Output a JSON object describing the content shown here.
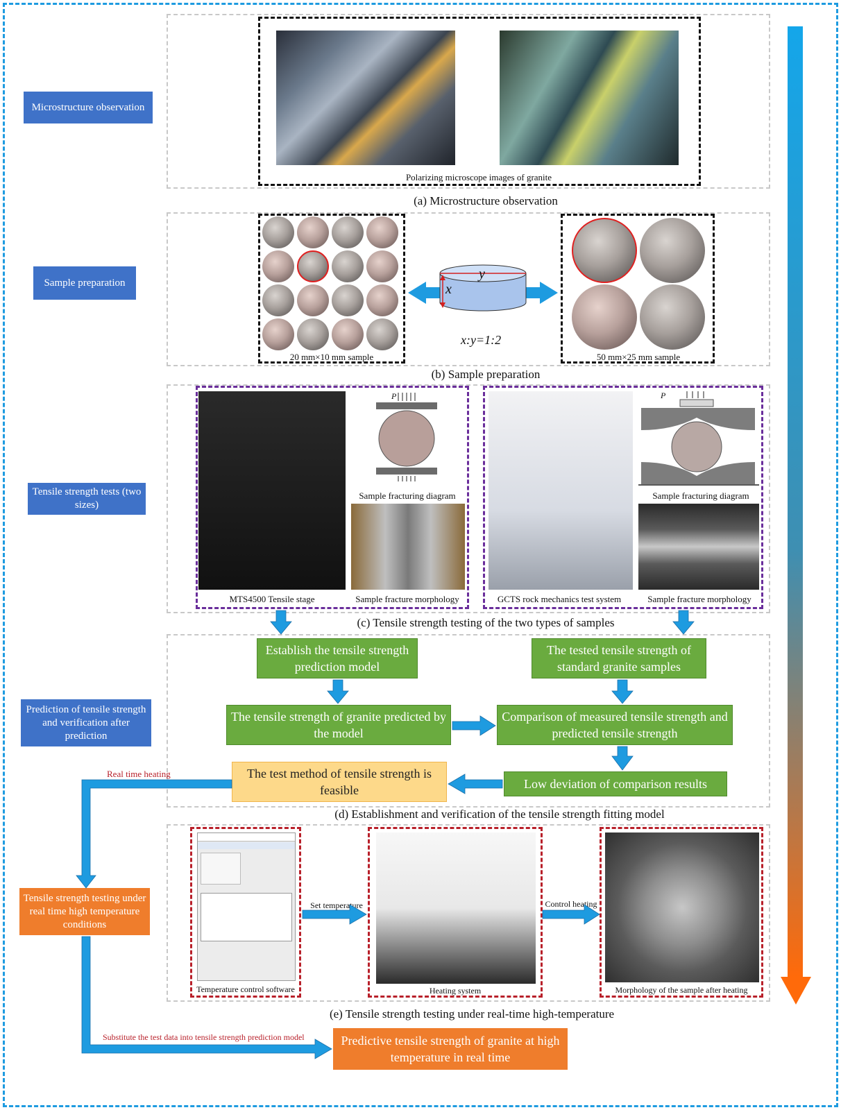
{
  "left_labels": {
    "micro": "Microstructure observation",
    "sample": "Sample preparation",
    "tensile": "Tensile strength tests (two sizes)",
    "prediction": "Prediction of tensile strength and verification after prediction",
    "hightemp": "Tensile strength testing under real time high temperature conditions",
    "final": "Predictive tensile strength of granite at high temperature in real time"
  },
  "panel_a": {
    "image_caption": "Polarizing microscope images of granite",
    "caption": "(a) Microstructure observation"
  },
  "panel_b": {
    "small_caption": "20 mm×10 mm sample",
    "large_caption": "50 mm×25 mm sample",
    "dim_x": "x",
    "dim_y": "y",
    "ratio": "x:y=1:2",
    "caption": "(b) Sample preparation"
  },
  "panel_c": {
    "mts_caption": "MTS4500 Tensile stage",
    "fracturing_left": "Sample fracturing diagram",
    "morphology_left": "Sample fracture morphology",
    "gcts_caption": "GCTS rock mechanics test system",
    "fracturing_right": "Sample fracturing diagram",
    "morphology_right": "Sample fracture morphology",
    "load_label": "P",
    "caption": "(c) Tensile strength testing of the two types of samples"
  },
  "panel_d": {
    "establish": "Establish the tensile strength prediction model",
    "tested": "The tested tensile strength of standard granite samples",
    "predicted": "The tensile strength of granite predicted by the model",
    "comparison": "Comparison of measured tensile strength and predicted tensile strength",
    "feasible": "The test method of tensile strength is feasible",
    "low_deviation": "Low deviation of  comparison results",
    "caption": "(d) Establishment and verification of the tensile strength fitting model"
  },
  "panel_e": {
    "software_caption": "Temperature control software",
    "heating_caption": "Heating system",
    "after_caption": "Morphology of the sample after heating",
    "set_temperature": "Set temperature",
    "control_heating": "Control heating",
    "caption": "(e) Tensile strength testing under real-time high-temperature"
  },
  "flow_labels": {
    "real_time_heating": "Real time heating",
    "substitute": "Substitute the test data into tensile strength prediction model"
  },
  "colors": {
    "arrow_blue": "#1e9be0",
    "label_blue": "#3f72c8",
    "green": "#6aab3f",
    "orange": "#ef7d2c",
    "yellow": "#fdd98a",
    "red_text": "#b8202a"
  }
}
